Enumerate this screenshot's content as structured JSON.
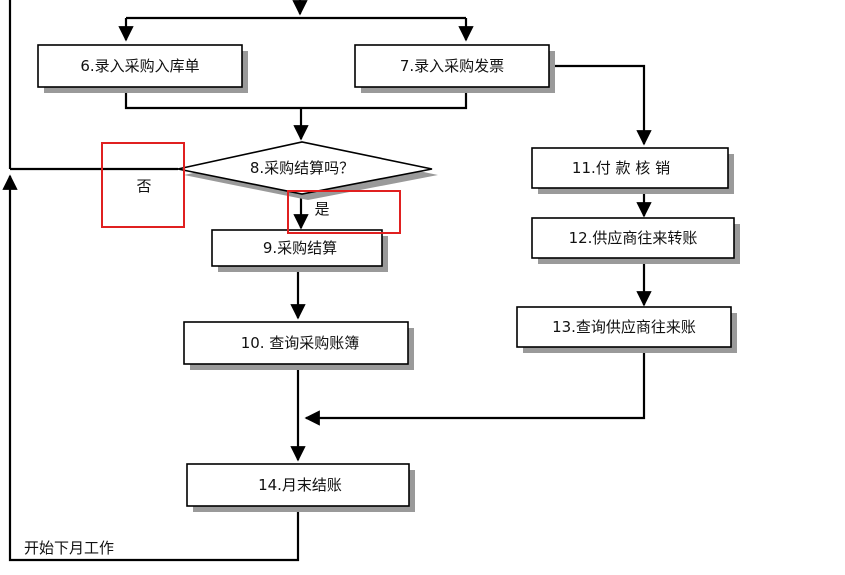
{
  "nodes": {
    "n6": {
      "label": "6.录入采购入库单"
    },
    "n7": {
      "label": "7.录入采购发票"
    },
    "n8": {
      "label": "8.采购结算吗？"
    },
    "n9": {
      "label": "9.采购结算"
    },
    "n10": {
      "label": "10. 查询采购账簿"
    },
    "n11": {
      "label": "11.付 款 核 销"
    },
    "n12": {
      "label": "12.供应商往来转账"
    },
    "n13": {
      "label": "13.查询供应商往来账"
    },
    "n14": {
      "label": "14.月末结账"
    }
  },
  "edge_labels": {
    "no": "否",
    "yes": "是",
    "next_month": "开始下月工作"
  },
  "colors": {
    "line": "#000000",
    "box_fill": "#ffffff",
    "shadow": "#9a9a9a",
    "highlight": "#e02020"
  }
}
